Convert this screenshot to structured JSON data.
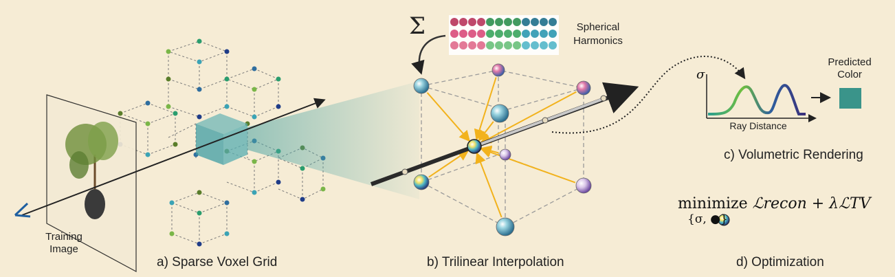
{
  "panels": {
    "a": {
      "caption": "a) Sparse Voxel Grid",
      "training_label_1": "Training",
      "training_label_2": "Image"
    },
    "b": {
      "caption": "b) Trilinear Interpolation",
      "sum_symbol": "Σ",
      "sh_label_1": "Spherical",
      "sh_label_2": "Harmonics"
    },
    "c": {
      "caption": "c) Volumetric Rendering",
      "y_symbol": "σ",
      "x_label": "Ray Distance",
      "pred_label_1": "Predicted",
      "pred_label_2": "Color",
      "pred_color": "#3a948a"
    },
    "d": {
      "caption": "d) Optimization",
      "objective_word": "minimize",
      "objective_terms": "ℒrecon + λℒTV",
      "subscript": "{σ, ●}"
    }
  },
  "colors": {
    "background": "#f6ecd5",
    "ray": "#222222",
    "arrows": "#f2b21c",
    "highlight_cube": "#3f9ea3",
    "voxel_palette": [
      "#2a9d6e",
      "#7ab648",
      "#1f3c88",
      "#3ba3b5",
      "#5a7d2a",
      "#2f6e9f"
    ]
  },
  "icons": [
    "eye-icon",
    "plant-image-icon",
    "sh-basis-grid-icon",
    "rgb-ball-icon"
  ]
}
